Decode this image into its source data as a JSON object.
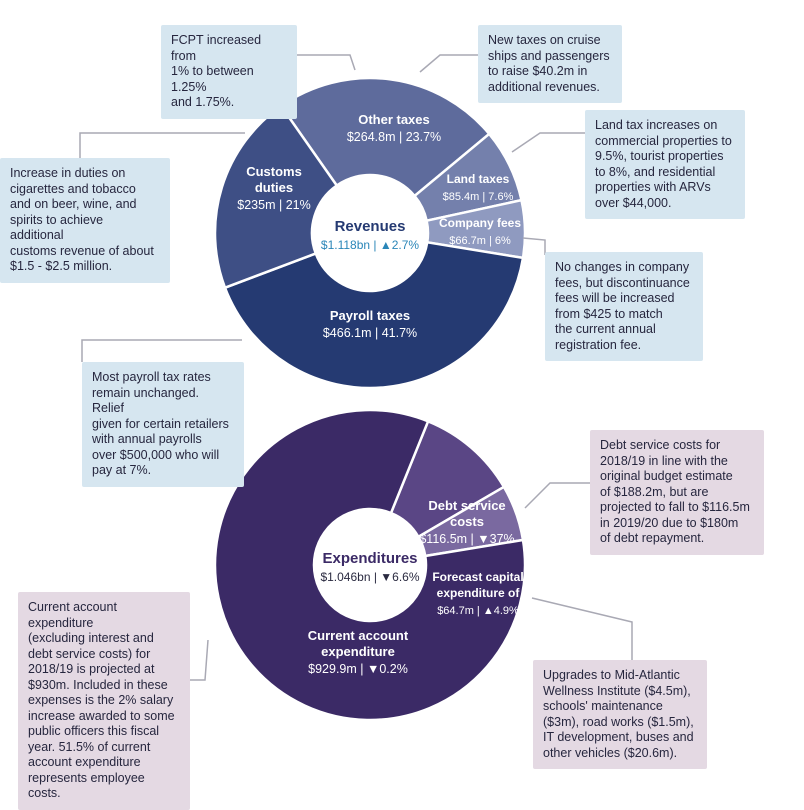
{
  "chart_data": [
    {
      "type": "pie",
      "title": "Revenues",
      "subtitle_value": "$1.118bn",
      "subtitle_change": "▲2.7%",
      "slices": [
        {
          "name": "Other taxes",
          "value_label": "$264.8m",
          "percent_label": "23.7%",
          "value": 264.8,
          "color": "#5e6b9c"
        },
        {
          "name": "Land taxes",
          "value_label": "$85.4m",
          "percent_label": "7.6%",
          "value": 85.4,
          "color": "#7480ac"
        },
        {
          "name": "Company fees",
          "value_label": "$66.7m",
          "percent_label": "6%",
          "value": 66.7,
          "color": "#8f9ac0"
        },
        {
          "name": "Payroll taxes",
          "value_label": "$466.1m",
          "percent_label": "41.7%",
          "value": 466.1,
          "color": "#253a72"
        },
        {
          "name": "Customs duties",
          "value_label": "$235m",
          "percent_label": "21%",
          "value": 235.0,
          "color": "#3e4f85"
        }
      ]
    },
    {
      "type": "pie",
      "title": "Expenditures",
      "subtitle_value": "$1.046bn",
      "subtitle_change": "▼6.6%",
      "slices": [
        {
          "name": "Debt service costs",
          "value_label": "$116.5m",
          "percent_label": "▼37%",
          "value": 116.5,
          "color": "#5a4685"
        },
        {
          "name": "Forecast capital expenditure of",
          "value_label": "$64.7m",
          "percent_label": "▲4.9%",
          "value": 64.7,
          "color": "#7a69a0"
        },
        {
          "name": "Current account expenditure",
          "value_label": "$929.9m",
          "percent_label": "▼0.2%",
          "value": 929.9,
          "color": "#3b2a66"
        }
      ]
    }
  ],
  "annotations": {
    "fcpt": "FCPT increased from\n1% to between 1.25%\nand 1.75%.",
    "cruise": "New taxes on cruise\nships and passengers\nto raise $40.2m in\nadditional revenues.",
    "land": "Land tax increases on\ncommercial properties to\n9.5%, tourist properties\nto 8%, and residential\nproperties with ARVs\nover $44,000.",
    "customs": "Increase in duties on\ncigarettes and tobacco\nand on beer, wine, and\nspirits to achieve additional\ncustoms revenue of about\n$1.5 - $2.5 million.",
    "company": "No changes in company\nfees, but discontinuance\nfees will be increased\nfrom $425 to match\nthe current annual\nregistration fee.",
    "payroll": "Most payroll tax rates\nremain unchanged. Relief\ngiven for certain retailers\nwith annual payrolls\nover $500,000 who will\npay at 7%.",
    "debt": "Debt service costs for\n2018/19 in line with the\noriginal budget estimate\nof $188.2m, but are\nprojected to fall to $116.5m\nin 2019/20 due to $180m\nof debt repayment.",
    "current": "Current account expenditure\n(excluding interest and\ndebt service costs) for\n2018/19 is projected at\n$930m. Included in these\nexpenses is the 2% salary\nincrease awarded to some\npublic officers this fiscal\nyear. 51.5% of current\naccount expenditure\nrepresents employee costs.",
    "capital": "Upgrades to Mid-Atlantic\nWellness Institute ($4.5m),\nschools' maintenance\n($3m), road works ($1.5m),\nIT development, buses and\nother vehicles ($20.6m)."
  }
}
